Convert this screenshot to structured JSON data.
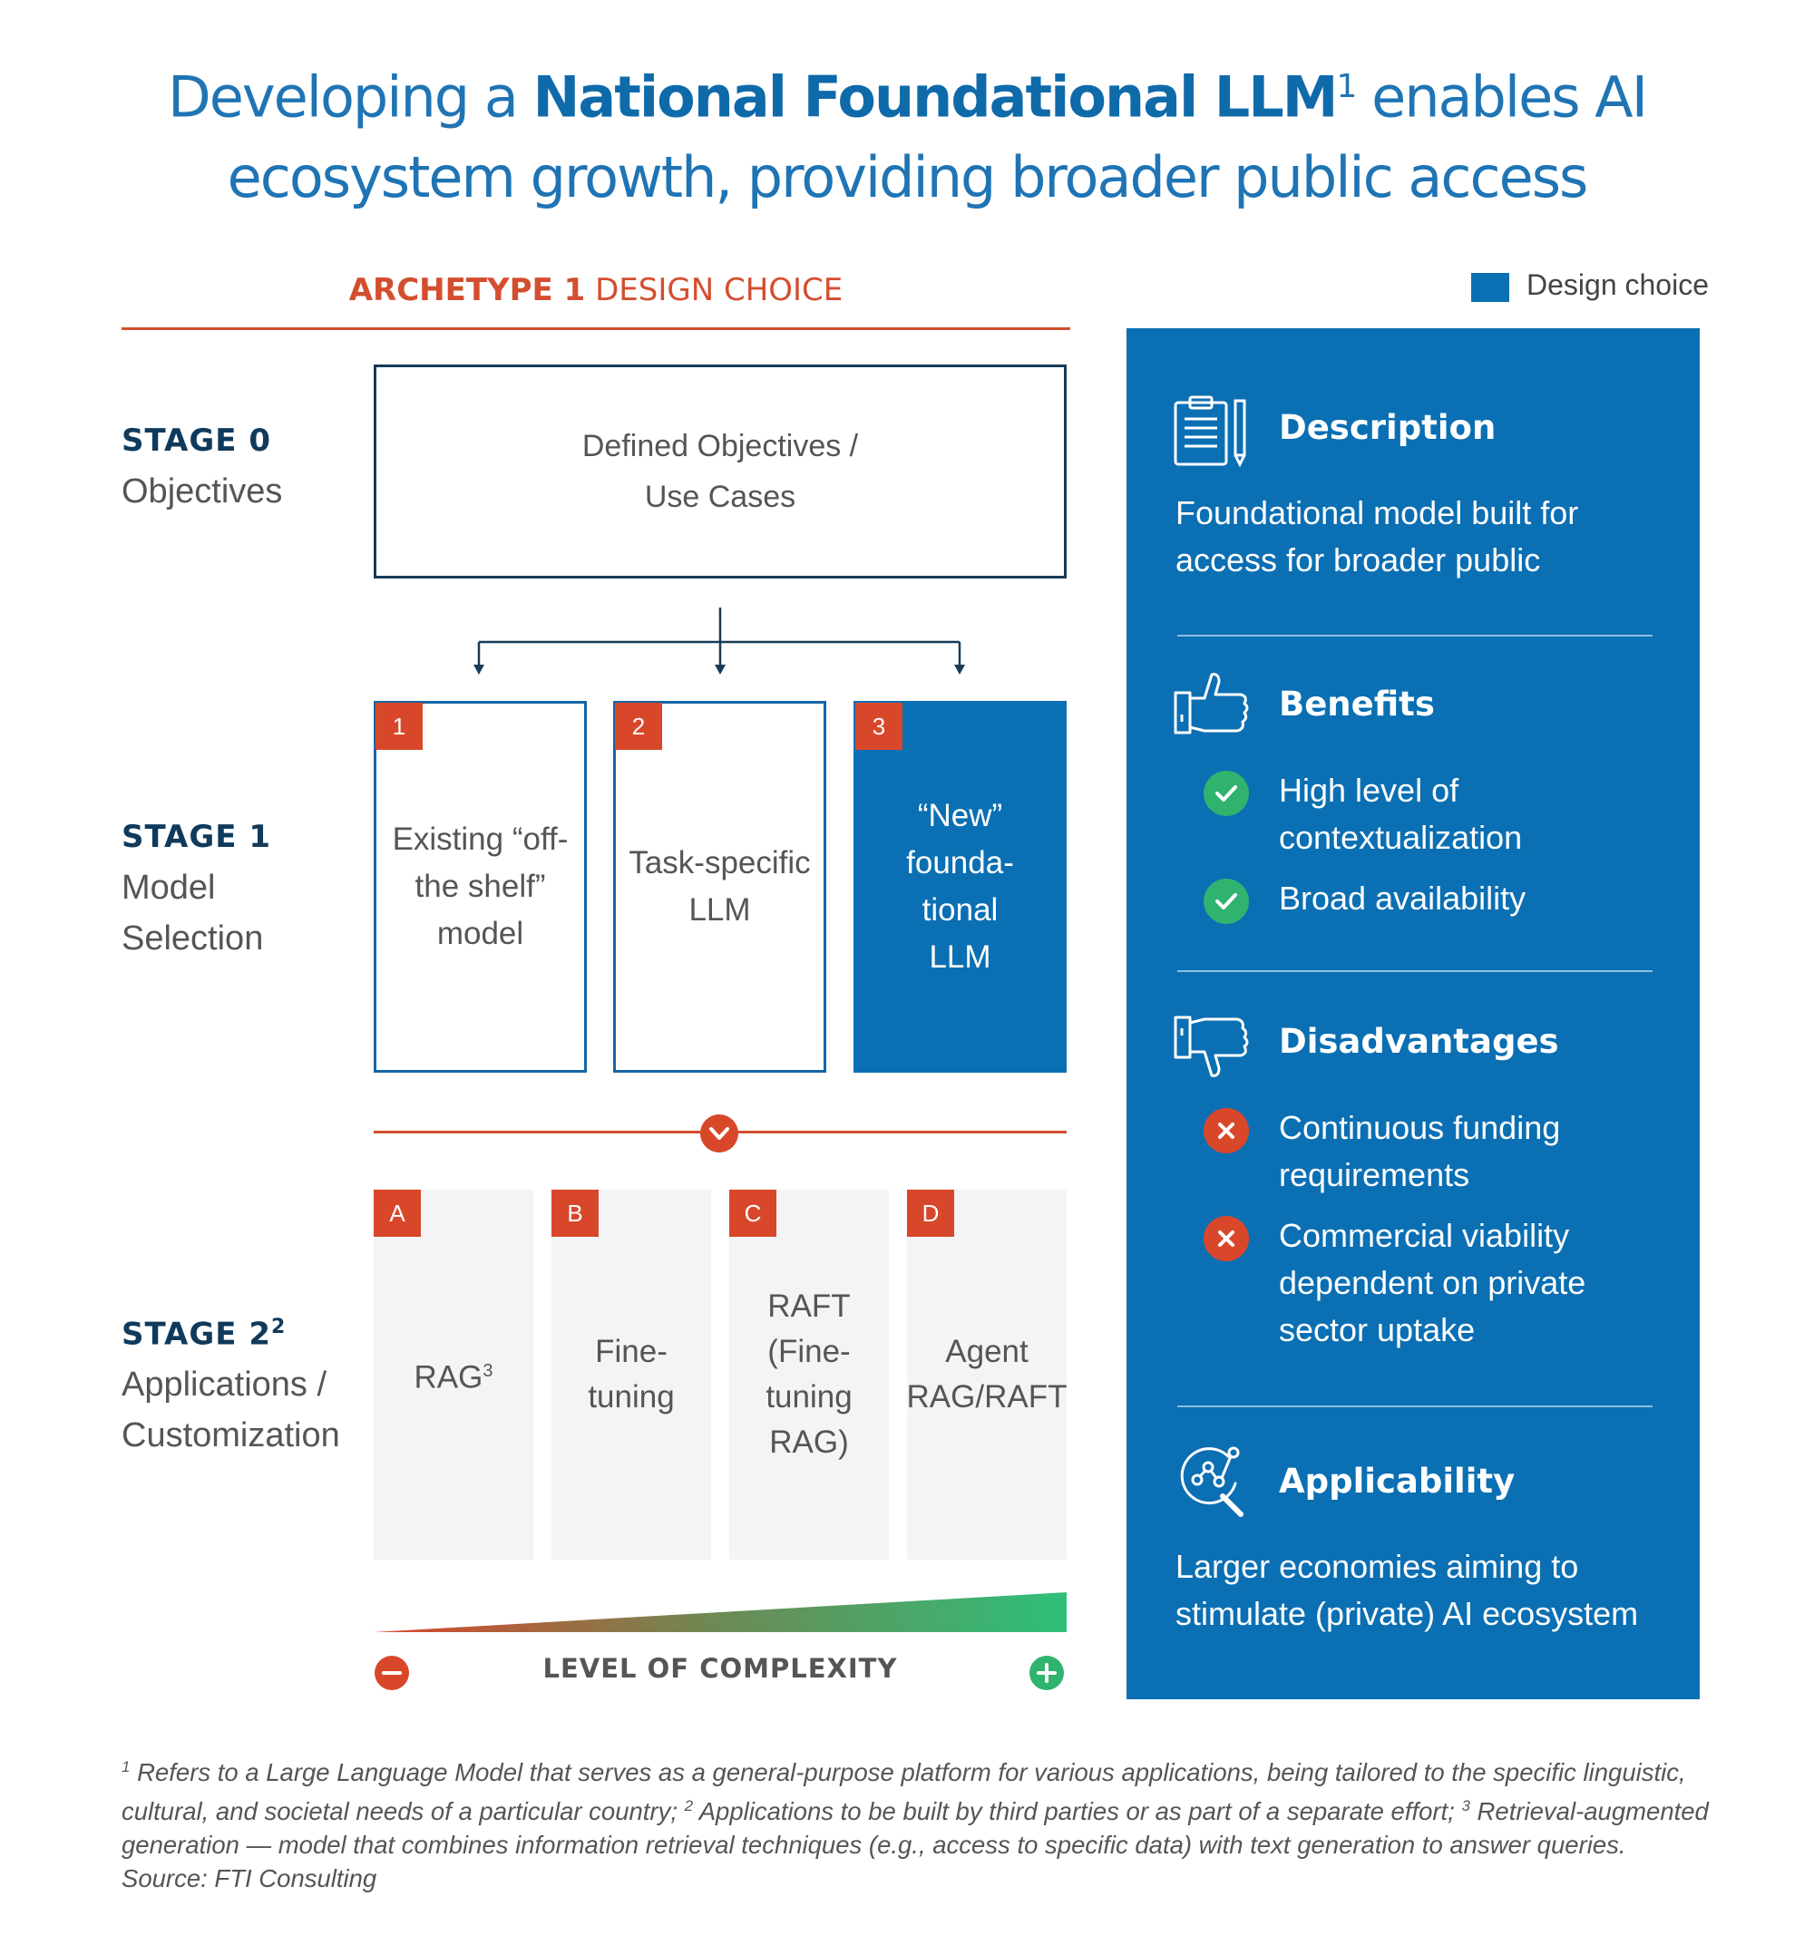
{
  "title": {
    "part1": "Developing a ",
    "bold": "National Foundational LLM",
    "sup": "1",
    "part2": " enables AI",
    "line2": "ecosystem growth, providing broader public access"
  },
  "archetype": {
    "bold": "ARCHETYPE 1",
    "rest": " DESIGN CHOICE"
  },
  "legend": {
    "label": "Design choice",
    "color": "#0b6fb3"
  },
  "stages": [
    {
      "num": "STAGE 0",
      "sup": "",
      "lines": [
        "Objectives"
      ]
    },
    {
      "num": "STAGE 1",
      "sup": "",
      "lines": [
        "Model",
        "Selection"
      ]
    },
    {
      "num": "STAGE 2",
      "sup": "2",
      "lines": [
        "Applications /",
        "Customization"
      ]
    }
  ],
  "objectives_box": {
    "line1": "Defined Objectives /",
    "line2": "Use Cases"
  },
  "models": [
    {
      "badge": "1",
      "lines": [
        "Existing “off-",
        "the shelf”",
        "model"
      ],
      "selected": false
    },
    {
      "badge": "2",
      "lines": [
        "Task-specific",
        "LLM"
      ],
      "selected": false
    },
    {
      "badge": "3",
      "lines": [
        "“New”",
        "founda-",
        "tional",
        "LLM"
      ],
      "selected": true
    }
  ],
  "applications": [
    {
      "badge": "A",
      "lines": [
        "RAG"
      ],
      "sup": "3"
    },
    {
      "badge": "B",
      "lines": [
        "Fine-",
        "tuning"
      ],
      "sup": ""
    },
    {
      "badge": "C",
      "lines": [
        "RAFT",
        "(Fine-",
        "tuning",
        "RAG)"
      ],
      "sup": ""
    },
    {
      "badge": "D",
      "lines": [
        "Agent",
        "RAG/RAFT"
      ],
      "sup": ""
    }
  ],
  "complexity": {
    "label": "LEVEL OF COMPLEXITY",
    "low_icon": "minus-icon",
    "high_icon": "plus-icon",
    "low_color": "#d9472b",
    "high_color": "#2fb36f"
  },
  "panel": {
    "description": {
      "heading": "Description",
      "icon": "clipboard-pencil-icon",
      "lines": [
        "Foundational model built for",
        "access for broader public"
      ]
    },
    "benefits": {
      "heading": "Benefits",
      "icon": "thumbs-up-icon",
      "items": [
        {
          "lines": [
            "High level of",
            "contextualization"
          ]
        },
        {
          "lines": [
            "Broad availability"
          ]
        }
      ]
    },
    "disadvantages": {
      "heading": "Disadvantages",
      "icon": "thumbs-down-icon",
      "items": [
        {
          "lines": [
            "Continuous funding",
            "requirements"
          ]
        },
        {
          "lines": [
            "Commercial viability",
            "dependent on private",
            "sector uptake"
          ]
        }
      ]
    },
    "applicability": {
      "heading": "Applicability",
      "icon": "magnifier-network-icon",
      "lines": [
        "Larger economies aiming to",
        "stimulate (private) AI ecosystem"
      ]
    }
  },
  "footnotes": {
    "n1_sup": "1",
    "n1": " Refers to a Large Language Model that serves as a general-purpose platform for various applications, being tailored to the specific linguistic,",
    "n1b": "cultural, and societal needs of a particular country; ",
    "n2_sup": "2",
    "n2": " Applications to be built by third parties or as part of a separate effort; ",
    "n3_sup": "3",
    "n3": " Retrieval-augmented",
    "n3b": "generation — model that combines information retrieval techniques (e.g., access to specific data) with text generation to answer queries.",
    "source": "Source: FTI Consulting"
  }
}
